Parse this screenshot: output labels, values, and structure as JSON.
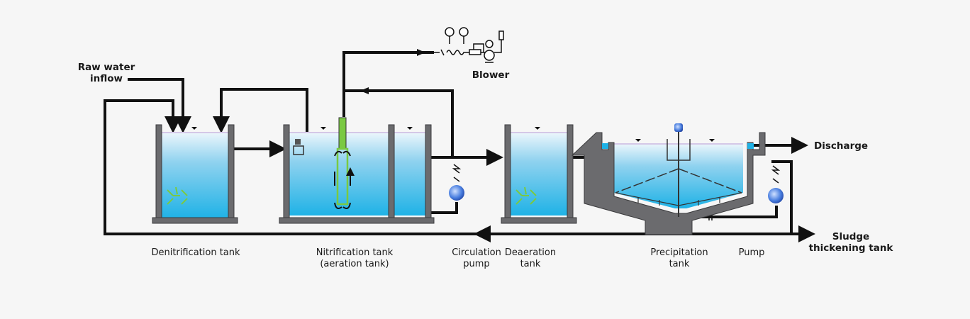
{
  "title": "Wastewater treatment process flow diagram",
  "labels": {
    "raw_water_1": "Raw water",
    "raw_water_2": "inflow",
    "blower": "Blower",
    "discharge": "Discharge",
    "sludge_1": "Sludge",
    "sludge_2": "thickening tank",
    "denitrification": "Denitrification tank",
    "nitrification_1": "Nitrification tank",
    "nitrification_2": "(aeration tank)",
    "circulation_1": "Circulation",
    "circulation_2": "pump",
    "deaeration_1": "Deaeration",
    "deaeration_2": "tank",
    "precipitation_1": "Precipitation",
    "precipitation_2": "tank",
    "pump": "Pump"
  },
  "colors": {
    "background": "#f6f6f6",
    "water_top": "#e6f3fa",
    "water_bottom": "#1fb2e6",
    "wall": "#6b6b6e",
    "pipe": "#111111",
    "mixer": "#7ac943",
    "pump": "#3a6fd8",
    "air_pipe": "#7ac943"
  },
  "icons": [
    "mixer-icon",
    "pump-icon",
    "blower-icon",
    "pressure-gauge-icon",
    "valve-icon",
    "water-level-marker-icon",
    "arrow-icon"
  ]
}
